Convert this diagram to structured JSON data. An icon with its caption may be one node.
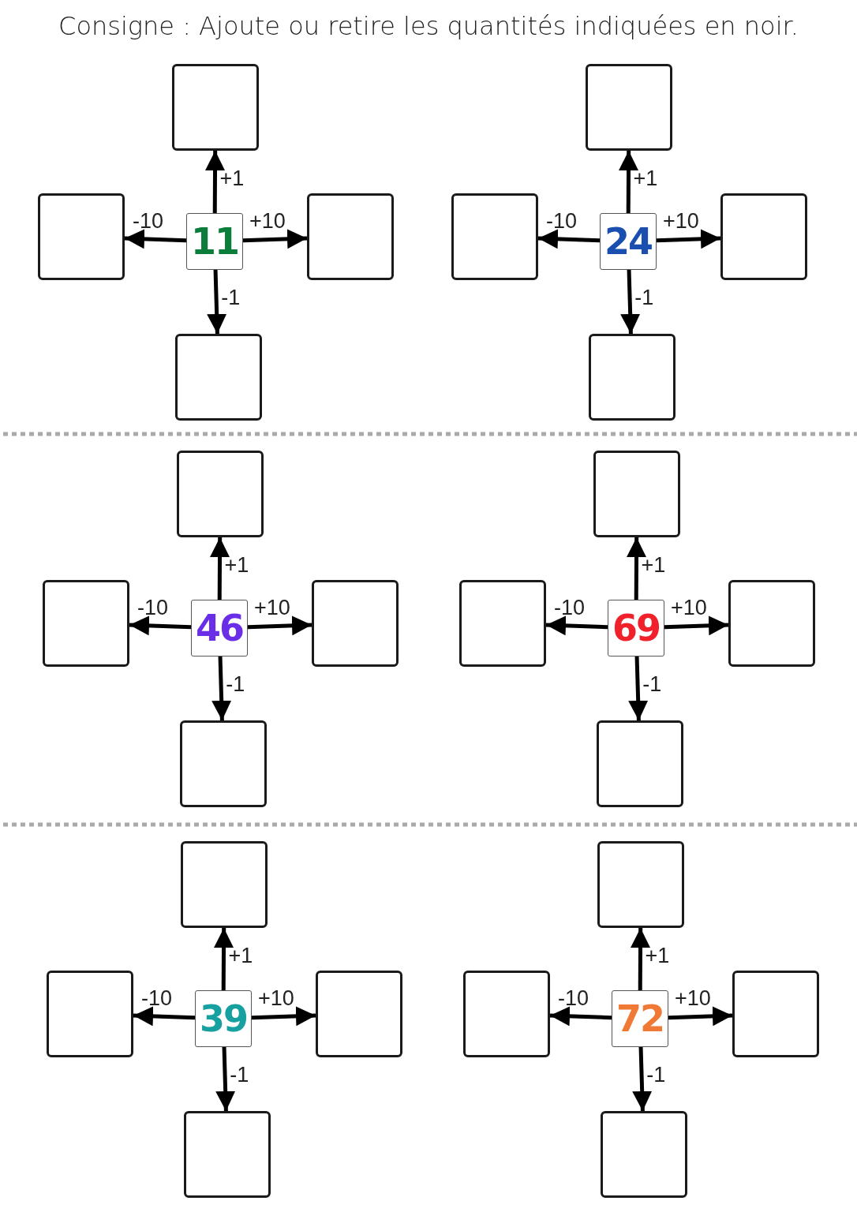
{
  "diagram": {
    "title": "Consigne : Ajoute ou retire les quantités indiquées en noir.",
    "nodes": [
      {
        "text": [],
        "shape": "box"
      },
      {
        "text": [],
        "shape": "box"
      },
      {
        "text": [
          "11"
        ]
      },
      {
        "text": [],
        "shape": "box"
      },
      {
        "text": [],
        "shape": "box"
      },
      {
        "text": [],
        "shape": "box"
      },
      {
        "text": [],
        "shape": "box"
      },
      {
        "text": [
          "24"
        ]
      },
      {
        "text": [],
        "shape": "box"
      },
      {
        "text": [],
        "shape": "box"
      },
      {
        "text": [],
        "shape": "box"
      },
      {
        "text": [],
        "shape": "box"
      },
      {
        "text": [
          "46"
        ]
      },
      {
        "text": [],
        "shape": "box"
      },
      {
        "text": [],
        "shape": "box"
      },
      {
        "text": [],
        "shape": "box"
      },
      {
        "text": [],
        "shape": "box"
      },
      {
        "text": [
          "69"
        ]
      },
      {
        "text": [],
        "shape": "box"
      },
      {
        "text": [],
        "shape": "box"
      },
      {
        "text": [],
        "shape": "box"
      },
      {
        "text": [],
        "shape": "box"
      },
      {
        "text": [
          "39"
        ]
      },
      {
        "text": [],
        "shape": "box"
      },
      {
        "text": [],
        "shape": "box"
      },
      {
        "text": [],
        "shape": "box"
      },
      {
        "text": [],
        "shape": "box"
      },
      {
        "text": [
          "72"
        ]
      },
      {
        "text": [],
        "shape": "box"
      },
      {
        "text": [],
        "shape": "box"
      }
    ],
    "edges": [
      {
        "from": 2,
        "to": 0,
        "arrow": "to",
        "label": "+1"
      },
      {
        "from": 2,
        "to": 1,
        "arrow": "to",
        "label": "-10"
      },
      {
        "from": 2,
        "to": 3,
        "arrow": "to",
        "label": "+10"
      },
      {
        "from": 2,
        "to": 4,
        "arrow": "to",
        "label": "-1"
      },
      {
        "from": 7,
        "to": 5,
        "arrow": "to",
        "label": "+1"
      },
      {
        "from": 7,
        "to": 6,
        "arrow": "to",
        "label": "-10"
      },
      {
        "from": 7,
        "to": 8,
        "arrow": "to",
        "label": "+10"
      },
      {
        "from": 7,
        "to": 9,
        "arrow": "to",
        "label": "-1"
      },
      {
        "from": 12,
        "to": 10,
        "arrow": "to",
        "label": "+1"
      },
      {
        "from": 12,
        "to": 11,
        "arrow": "to",
        "label": "-10"
      },
      {
        "from": 12,
        "to": 13,
        "arrow": "to",
        "label": "+10"
      },
      {
        "from": 12,
        "to": 14,
        "arrow": "to",
        "label": "-1"
      },
      {
        "from": 17,
        "to": 15,
        "arrow": "to",
        "label": "+1"
      },
      {
        "from": 17,
        "to": 16,
        "arrow": "to",
        "label": "-10"
      },
      {
        "from": 17,
        "to": 18,
        "arrow": "to",
        "label": "+10"
      },
      {
        "from": 17,
        "to": 19,
        "arrow": "to",
        "label": "-1"
      },
      {
        "from": 22,
        "to": 20,
        "arrow": "to",
        "label": "+1"
      },
      {
        "from": 22,
        "to": 21,
        "arrow": "to",
        "label": "-10"
      },
      {
        "from": 22,
        "to": 23,
        "arrow": "to",
        "label": "+10"
      },
      {
        "from": 22,
        "to": 24,
        "arrow": "to",
        "label": "-1"
      },
      {
        "from": 27,
        "to": 25,
        "arrow": "to",
        "label": "+1"
      },
      {
        "from": 27,
        "to": 26,
        "arrow": "to",
        "label": "-10"
      },
      {
        "from": 27,
        "to": 28,
        "arrow": "to",
        "label": "+10"
      },
      {
        "from": 27,
        "to": 29,
        "arrow": "to",
        "label": "-1"
      }
    ]
  }
}
